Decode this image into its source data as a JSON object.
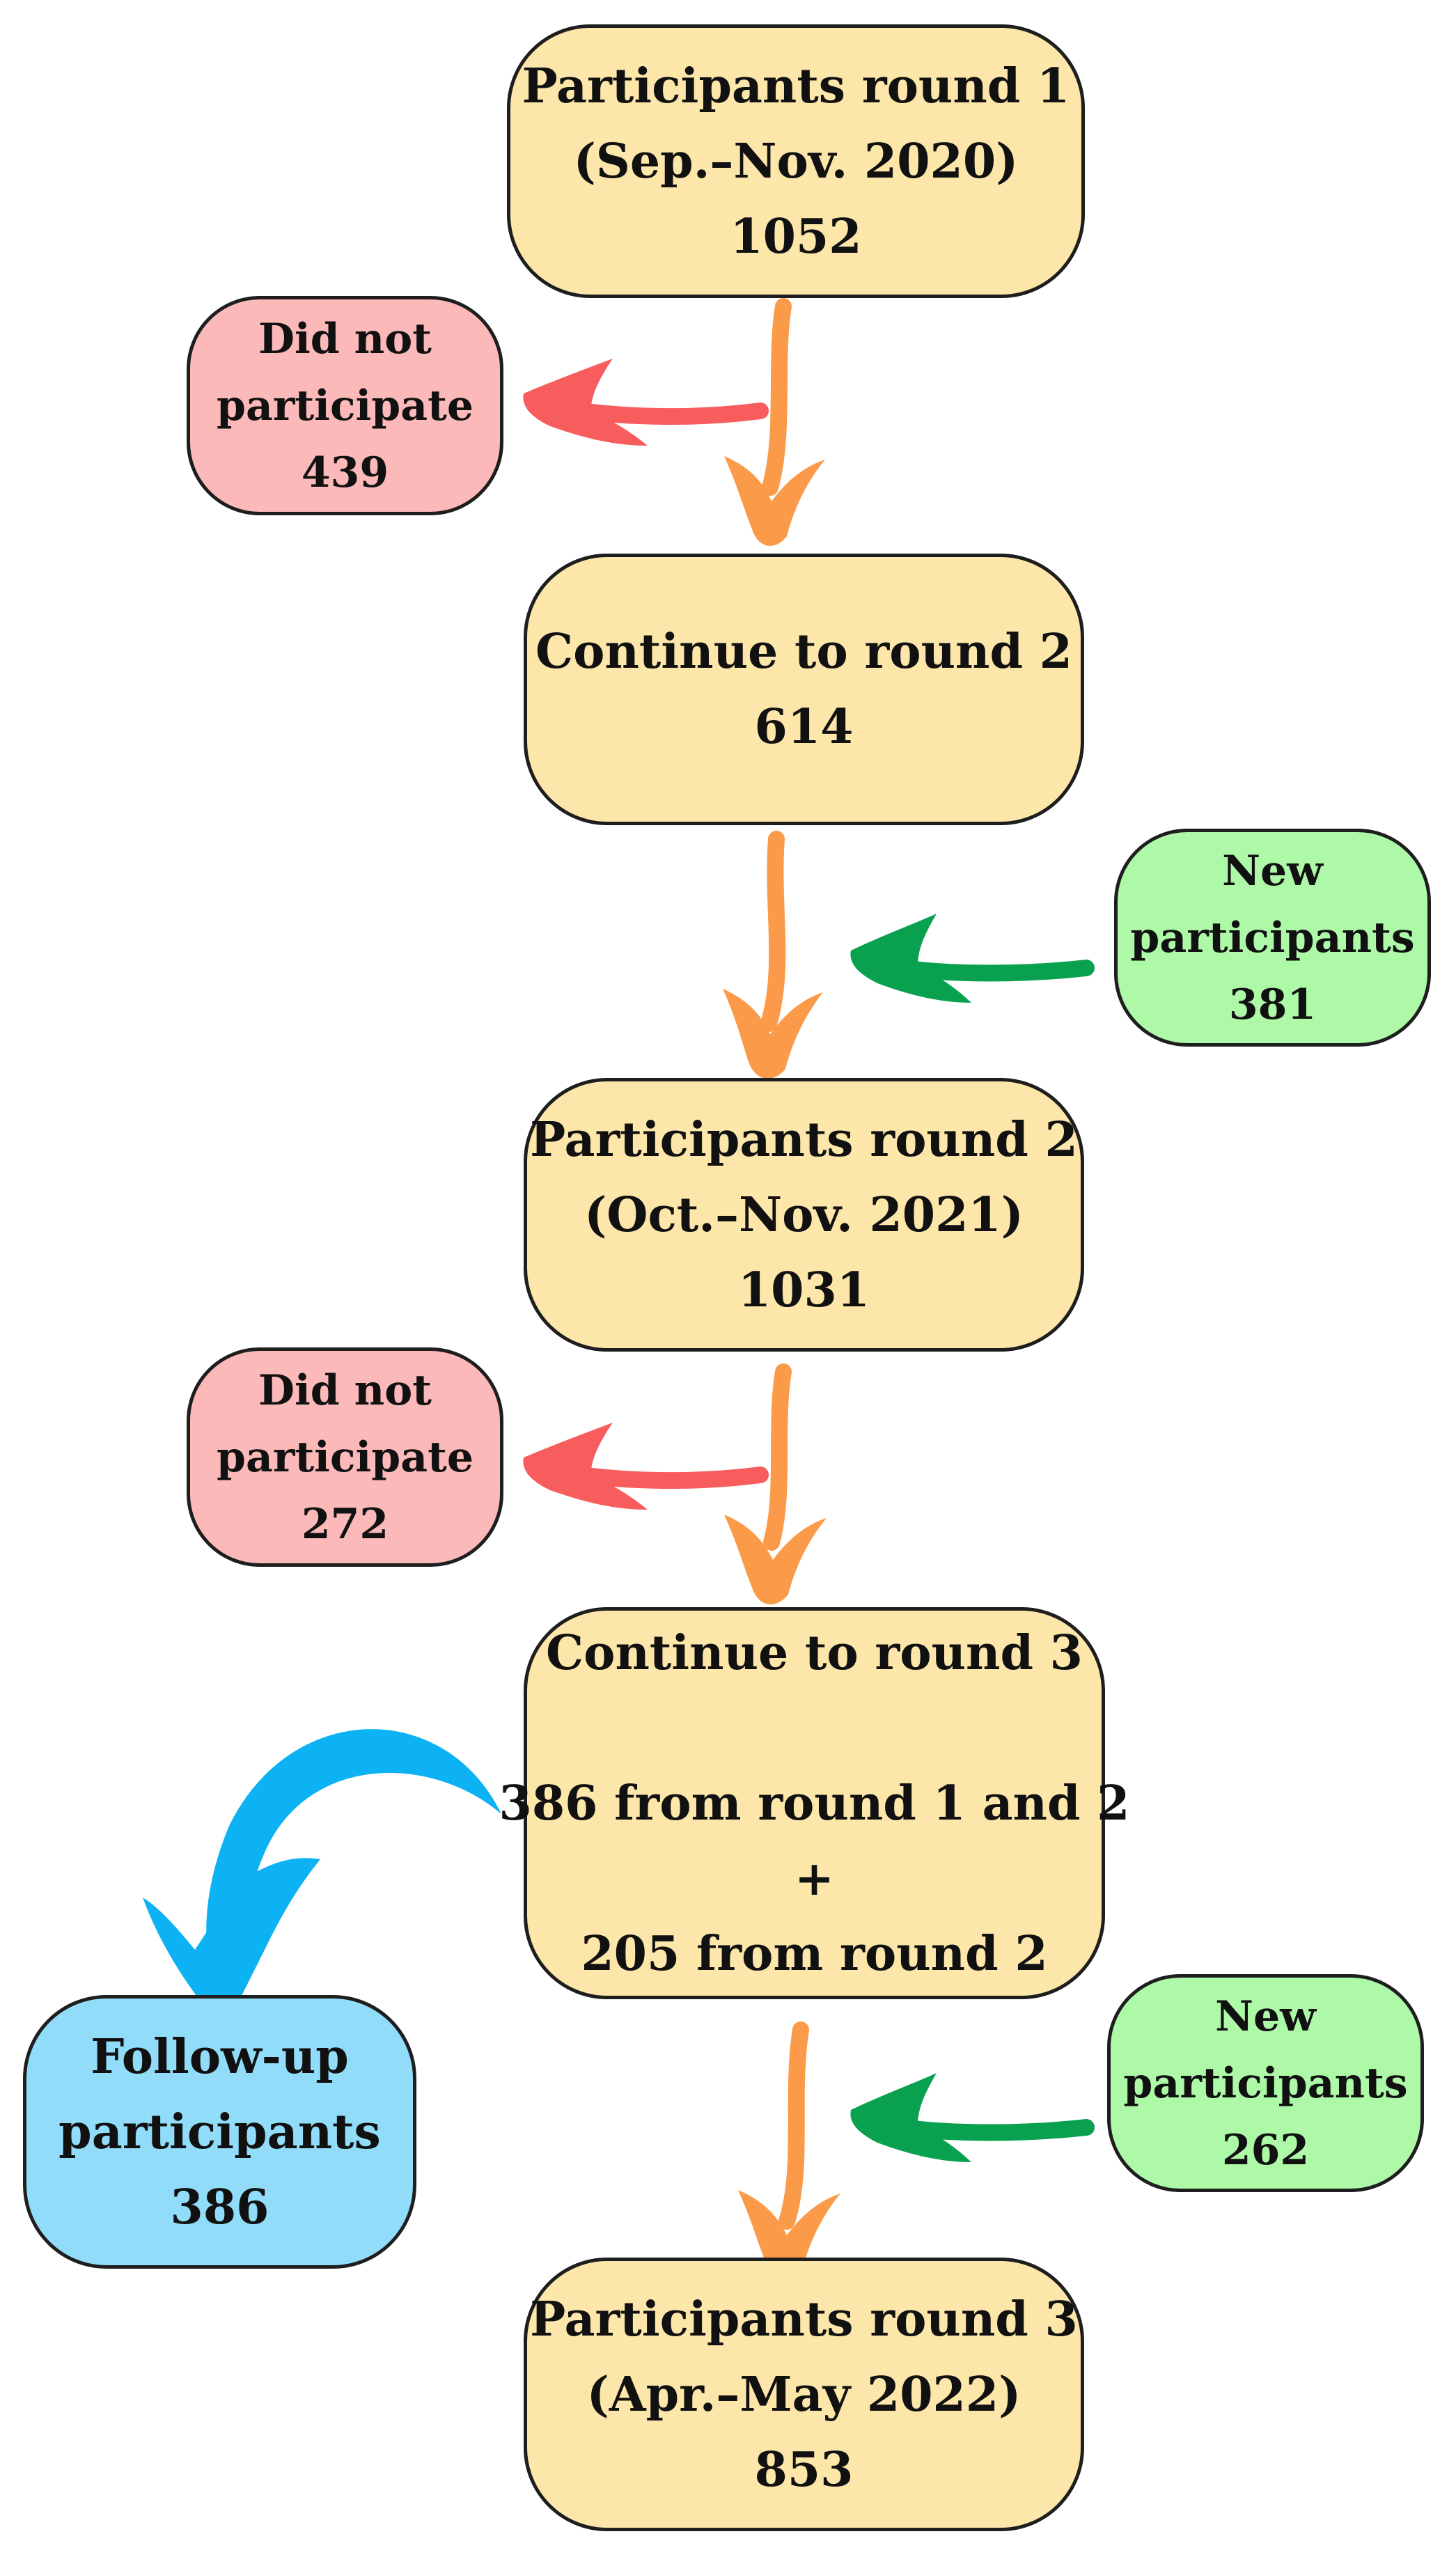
{
  "boxes": {
    "round1": {
      "line1": "Participants round 1",
      "line2": "(Sep.–Nov. 2020)",
      "count": "1052"
    },
    "dropout1": {
      "line1": "Did not",
      "line2": "participate",
      "count": "439"
    },
    "continue2": {
      "line1": "Continue to round 2",
      "count": "614"
    },
    "new2": {
      "line1": "New",
      "line2": "participants",
      "count": "381"
    },
    "round2": {
      "line1": "Participants round 2",
      "line2": "(Oct.–Nov. 2021)",
      "count": "1031"
    },
    "dropout2": {
      "line1": "Did not",
      "line2": "participate",
      "count": "272"
    },
    "continue3": {
      "line1": "Continue to round 3",
      "line2": "386 from round 1 and 2",
      "plus": "+",
      "line3": "205 from round 2"
    },
    "followup": {
      "line1": "Follow-up",
      "line2": "participants",
      "count": "386"
    },
    "new3": {
      "line1": "New",
      "line2": "participants",
      "count": "262"
    },
    "round3": {
      "line1": "Participants round 3",
      "line2": "(Apr.–May 2022)",
      "count": "853"
    }
  },
  "colors": {
    "main_box": "#fce6aa",
    "dropout_box": "#fbb9b9",
    "new_box": "#adf9a8",
    "followup_box": "#91dcf8",
    "flow_arrow": "#fb9a48",
    "dropout_arrow": "#f75d5d",
    "new_arrow": "#09a150",
    "followup_arrow": "#0cb2f4"
  }
}
